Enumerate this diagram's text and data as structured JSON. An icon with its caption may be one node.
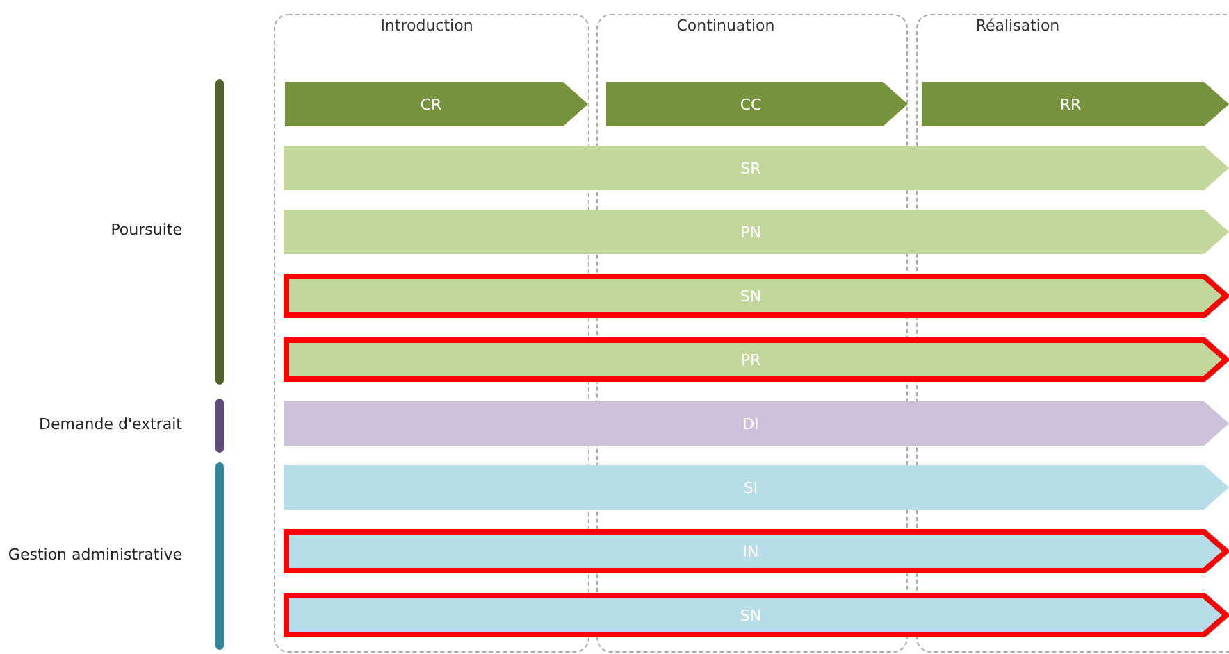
{
  "diagram": {
    "nodes": [
      {
        "text": [
          "CR"
        ]
      },
      {
        "text": [
          "CC"
        ]
      },
      {
        "text": [
          "RR"
        ]
      },
      {
        "text": [
          "SR"
        ]
      },
      {
        "text": [
          "PN"
        ]
      },
      {
        "text": [
          "SN"
        ]
      },
      {
        "text": [
          "PR"
        ]
      },
      {
        "text": [
          "DI"
        ]
      },
      {
        "text": [
          "SI"
        ]
      },
      {
        "text": [
          "IN"
        ]
      },
      {
        "text": [
          "SN"
        ]
      },
      {
        "text": [
          "Poursuite"
        ]
      },
      {
        "text": [
          "Demande d'extrait"
        ]
      },
      {
        "text": [
          "Gestion administrative"
        ]
      }
    ],
    "edges": [],
    "labels": [
      "Introduction",
      "Continuation",
      "Réalisation"
    ]
  }
}
